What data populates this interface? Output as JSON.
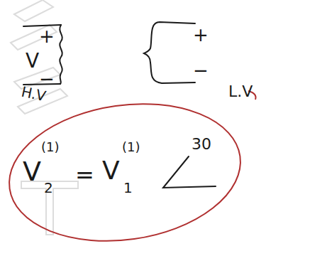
{
  "diagram": {
    "nodes": [
      {
        "text": [
          "V",
          "2",
          "(1)",
          "=",
          "V",
          "1",
          "(1)",
          "30"
        ]
      }
    ],
    "labels": [
      "+",
      "V",
      "−",
      "+",
      "−",
      "H.V",
      "L.V"
    ]
  }
}
